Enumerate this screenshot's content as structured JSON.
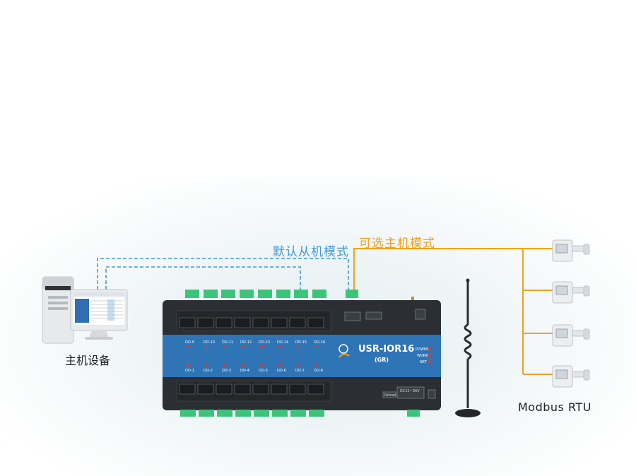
{
  "labels": {
    "default_slave_mode": "默认从机模式",
    "optional_master_mode": "可选主机模式",
    "host_device": "主机设备",
    "modbus_rtu": "Modbus RTU"
  },
  "device": {
    "model": "USR-IOR16",
    "variant": "(GR)",
    "indicators": [
      "POWER",
      "WORK",
      "NET"
    ],
    "do_top": [
      "DO-9",
      "DO-10",
      "DO-11",
      "DO-12",
      "DO-13",
      "DO-14",
      "DO-15",
      "DO-16"
    ],
    "do_bottom": [
      "DO-1",
      "DO-2",
      "DO-3",
      "DO-4",
      "DO-5",
      "DO-6",
      "DO-7",
      "DO-8"
    ],
    "reload": "Reload",
    "power_input": "DC12~36V"
  },
  "colors": {
    "slave_line": "#3d9bd6",
    "master_line": "#f0a21e",
    "panel_blue": "#2f74b5",
    "case_dark": "#2b2f33",
    "terminal_green": "#3cc47a"
  },
  "sensor_count": 4
}
